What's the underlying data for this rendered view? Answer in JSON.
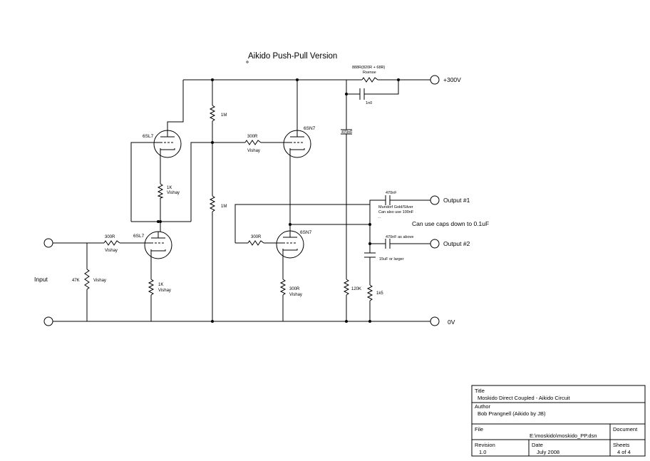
{
  "title": "Aikido Push-Pull Version",
  "ports": {
    "input": "Input",
    "supply": "+300V",
    "output1": "Output #1",
    "output2": "Output #2",
    "ground": "0V"
  },
  "tubes": {
    "v1": "6SL7",
    "v2": "6SL7",
    "v3": "6SN7",
    "v4": "6SN7"
  },
  "resistors": {
    "r_in_shunt": {
      "value": "47K",
      "type": "Vishay"
    },
    "r_grid_in": {
      "value": "300R",
      "type": "Vishay"
    },
    "r_cathode_lower": {
      "value": "1K",
      "type": "Vishay"
    },
    "r_cathode_upper": {
      "value": "1K",
      "type": "Vishay"
    },
    "r_div_top": {
      "value": "1M"
    },
    "r_div_bottom": {
      "value": "1M"
    },
    "r_grid_upper": {
      "value": "300R",
      "type": "Vishay"
    },
    "r_grid_lower": {
      "value": "300R"
    },
    "r_cathode_out": {
      "value": "300R",
      "type": "Vishay"
    },
    "r_sense": {
      "value": "888R(820R + 68R)",
      "label": "Rsense"
    },
    "r_bleed": {
      "value": "120K"
    },
    "r_out": {
      "value": "1k5"
    }
  },
  "capacitors": {
    "c_bypass": "1n0",
    "c_supply": "470nF",
    "c_out1": "470nF",
    "c_out1_note1": "Mundorf Gold/Silver",
    "c_out1_note2": "Can also use 100nF",
    "c_out1_note3": "..",
    "c_out2": "470nF as above",
    "c_out_pp": "15uF or larger"
  },
  "note": "Can use caps down to 0.1uF",
  "title_block": {
    "title_label": "Title",
    "title_value": "Moskido Direct Coupled - Aikido Circuit",
    "author_label": "Author",
    "author_value": "Bob Prangnell (Aikido by JB)",
    "file_label": "File",
    "file_value": "E:\\moskido\\moskido_PP.dsn",
    "document_label": "Document",
    "revision_label": "Revision",
    "revision_value": "1.0",
    "date_label": "Date",
    "date_value": "July 2008",
    "sheets_label": "Sheets",
    "sheets_value": "4 of 4"
  }
}
